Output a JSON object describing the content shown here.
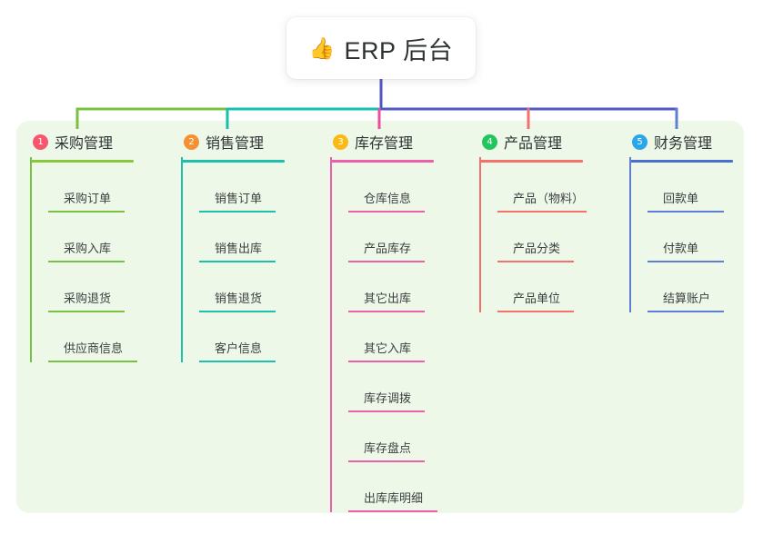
{
  "diagram": {
    "type": "mind-map",
    "root": {
      "icon": "thumbs-up-icon",
      "emoji": "👍",
      "title": "ERP 后台"
    },
    "panel_color": "#eef8e9",
    "trunk_color": "#5158c4",
    "branches": [
      {
        "number": "1",
        "label": "采购管理",
        "badge_color": "#f8566d",
        "line_color": "#7ac143",
        "branch_rule_color": "#8cc63e",
        "connector_color": "#7ac143",
        "items": [
          "采购订单",
          "采购入库",
          "采购退货",
          "供应商信息"
        ]
      },
      {
        "number": "2",
        "label": "销售管理",
        "badge_color": "#f59033",
        "line_color": "#20bfa9",
        "branch_rule_color": "#20bfa9",
        "connector_color": "#16bfae",
        "items": [
          "销售订单",
          "销售出库",
          "销售退货",
          "客户信息"
        ]
      },
      {
        "number": "3",
        "label": "库存管理",
        "badge_color": "#fab915",
        "line_color": "#ec5fa9",
        "branch_rule_color": "#ec5fa9",
        "connector_color": "#ec4d9e",
        "items": [
          "仓库信息",
          "产品库存",
          "其它出库",
          "其它入库",
          "库存调拨",
          "库存盘点",
          "出库库明细"
        ]
      },
      {
        "number": "4",
        "label": "产品管理",
        "badge_color": "#22c55e",
        "line_color": "#f4706b",
        "branch_rule_color": "#f4706b",
        "connector_color": "#f4706b",
        "items": [
          "产品（物料）",
          "产品分类",
          "产品单位"
        ]
      },
      {
        "number": "5",
        "label": "财务管理",
        "badge_color": "#29a7e8",
        "line_color": "#5f7fd4",
        "branch_rule_color": "#4a6fd0",
        "connector_color": "#5f7fd4",
        "items": [
          "回款单",
          "付款单",
          "结算账户"
        ]
      }
    ]
  }
}
